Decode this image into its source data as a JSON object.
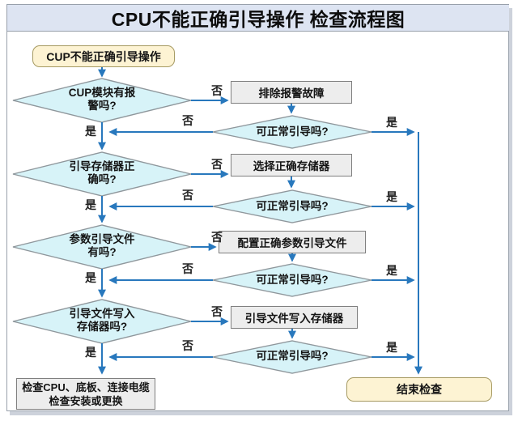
{
  "title": "CPU不能正确引导操作 检查流程图",
  "labels": {
    "yes": "是",
    "no": "否"
  },
  "flow": {
    "start": "CUP不能正确引导操作",
    "retry_question": "可正常引导吗?",
    "steps": [
      {
        "question": "CUP模块有报\n警吗?",
        "action": "排除报警故障"
      },
      {
        "question": "引导存储器正\n确吗?",
        "action": "选择正确存储器"
      },
      {
        "question": "参数引导文件\n有吗?",
        "action": "配置正确参数引导文件"
      },
      {
        "question": "引导文件写入\n存储器吗?",
        "action": "引导文件写入存储器"
      }
    ],
    "fail_action": "检查CPU、底板、连接电缆\n检查安装或更换",
    "end": "结束检查"
  },
  "colors": {
    "arrow": "#2878bd",
    "decision_fill": "#d7f3f8",
    "action_fill": "#ededed",
    "terminal_fill": "#fdf3d3",
    "title_bg": "#dde4f2"
  }
}
